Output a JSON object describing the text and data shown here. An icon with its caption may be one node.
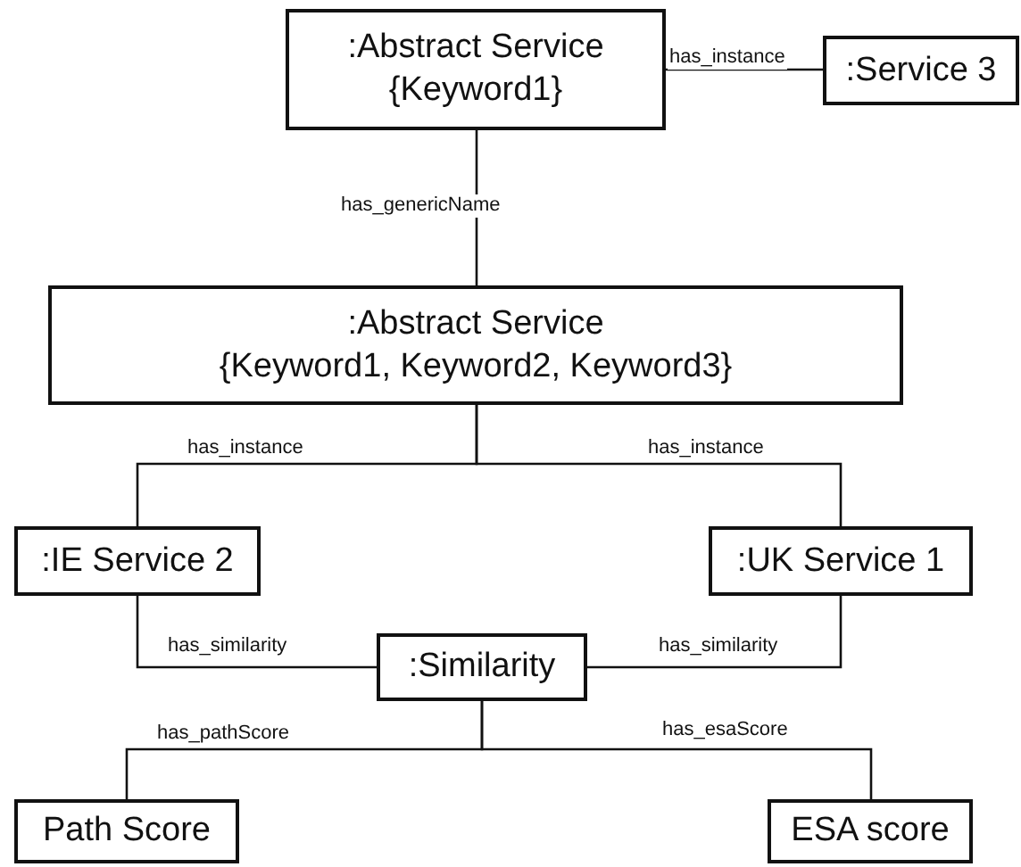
{
  "diagram": {
    "nodes": [
      {
        "text": [
          ":Abstract Service",
          "{Keyword1}"
        ]
      },
      {
        "text": [
          ":Service 3"
        ]
      },
      {
        "text": [
          ":Abstract Service",
          "{Keyword1, Keyword2, Keyword3}"
        ]
      },
      {
        "text": [
          ":IE Service 2"
        ]
      },
      {
        "text": [
          ":UK Service 1"
        ]
      },
      {
        "text": [
          ":Similarity"
        ]
      },
      {
        "text": [
          "Path Score"
        ]
      },
      {
        "text": [
          "ESA score"
        ]
      }
    ],
    "edges": [
      {
        "from": 0,
        "to": 1,
        "arrow": "none",
        "label": "has_instance"
      },
      {
        "from": 0,
        "to": 2,
        "arrow": "none",
        "label": "has_genericName"
      },
      {
        "from": 2,
        "to": 3,
        "arrow": "none",
        "label": "has_instance"
      },
      {
        "from": 2,
        "to": 4,
        "arrow": "none",
        "label": "has_instance"
      },
      {
        "from": 3,
        "to": 5,
        "arrow": "none",
        "label": "has_similarity"
      },
      {
        "from": 4,
        "to": 5,
        "arrow": "none",
        "label": "has_similarity"
      },
      {
        "from": 5,
        "to": 6,
        "arrow": "none",
        "label": "has_pathScore"
      },
      {
        "from": 5,
        "to": 7,
        "arrow": "none",
        "label": "has_esaScore"
      }
    ]
  }
}
